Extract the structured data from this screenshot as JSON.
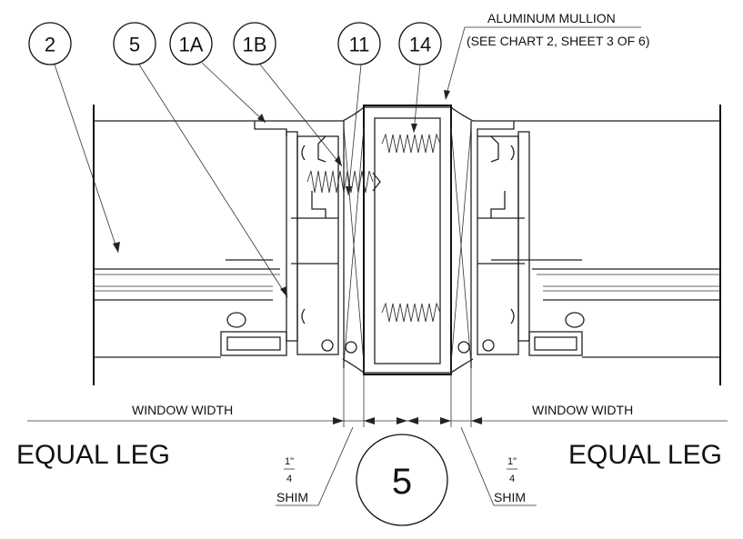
{
  "callouts": [
    {
      "id": "2",
      "label": "2"
    },
    {
      "id": "5",
      "label": "5"
    },
    {
      "id": "1A",
      "label": "1A"
    },
    {
      "id": "1B",
      "label": "1B"
    },
    {
      "id": "11",
      "label": "11"
    },
    {
      "id": "14",
      "label": "14"
    }
  ],
  "mullion_note": {
    "line1": "ALUMINUM MULLION",
    "line2": "(SEE CHART 2, SHEET 3 OF 6)"
  },
  "dimensions": {
    "left_width": "WINDOW WIDTH",
    "right_width": "WINDOW WIDTH",
    "left_leg": "EQUAL LEG",
    "right_leg": "EQUAL LEG"
  },
  "shims": {
    "left": {
      "num": "1\"",
      "den": "4",
      "label": "SHIM"
    },
    "right": {
      "num": "1\"",
      "den": "4",
      "label": "SHIM"
    }
  },
  "detail_number": "5"
}
